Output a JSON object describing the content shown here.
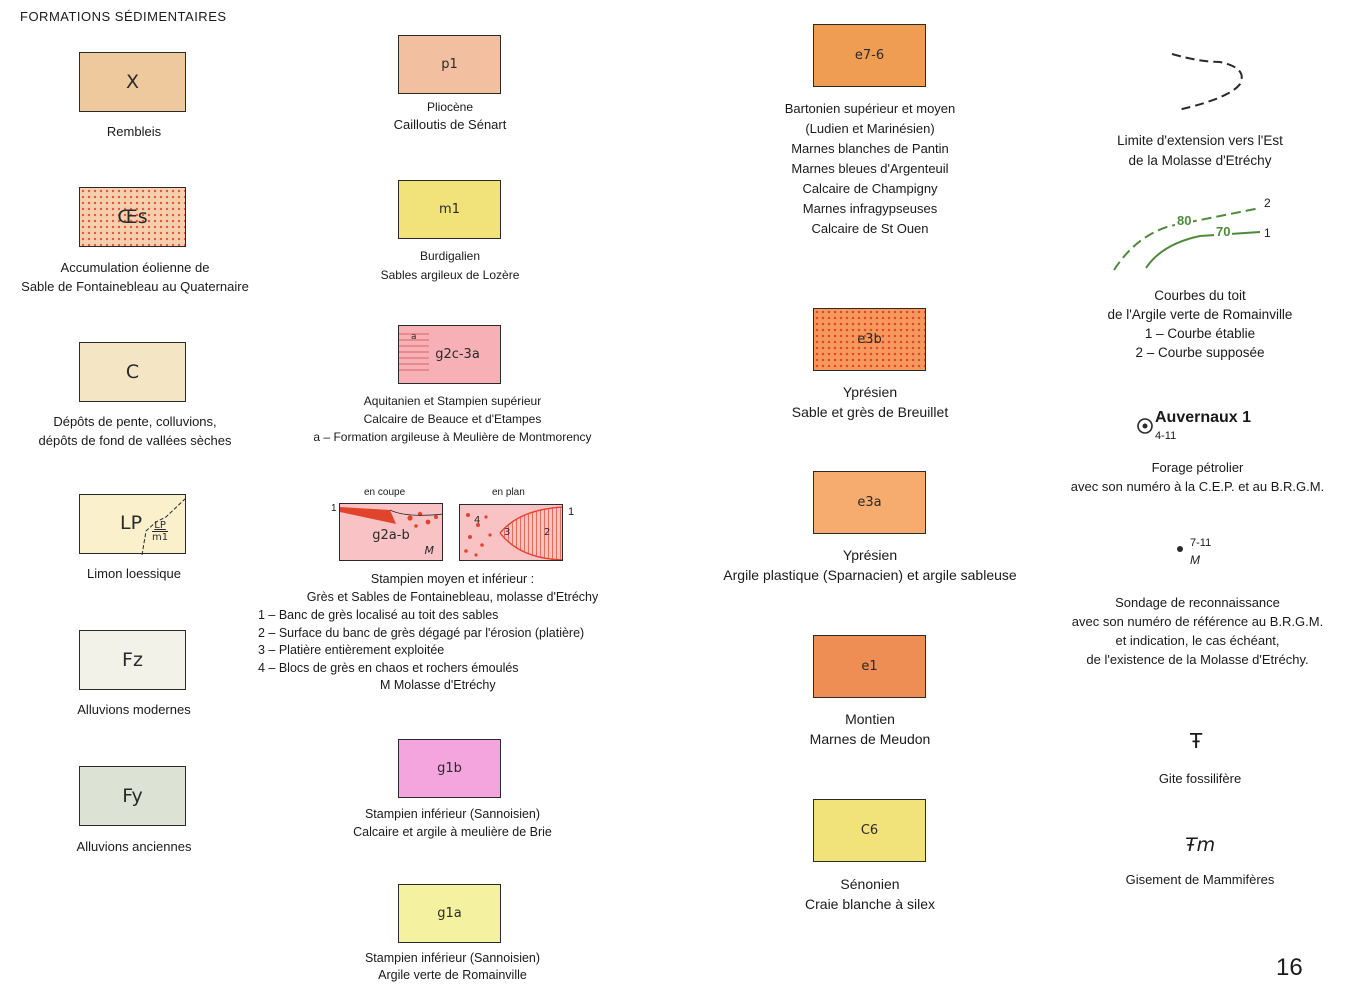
{
  "heading": "FORMATIONS SÉDIMENTAIRES",
  "page_number": "16",
  "colors": {
    "X": "#efc99e",
    "Oes": "#f6cfae",
    "C": "#f4e6c4",
    "LP": "#fbf0cc",
    "Fz": "#f3f2e8",
    "Fy": "#dde3d4",
    "p1": "#f2c0a0",
    "m1": "#f2e27a",
    "g2c3a": "#f7b1b6",
    "g2ab": "#f9c3c6",
    "g1b": "#f4a5de",
    "g1a": "#f4f2a0",
    "e76": "#ef9d52",
    "e3b": "#f59a5c",
    "e3a": "#f6ab6f",
    "e1": "#ee8e55",
    "c6": "#f2e27a",
    "red": "#e0452c",
    "green": "#4f8a3c"
  },
  "col1": [
    {
      "code": "X",
      "lines": [
        "Rembleis"
      ]
    },
    {
      "code": "Œs",
      "lines": [
        "Accumulation éolienne de",
        "Sable de Fontainebleau au Quaternaire"
      ]
    },
    {
      "code": "C",
      "lines": [
        "Dépôts de pente, colluvions,",
        "dépôts de fond de vallées sèches"
      ]
    },
    {
      "code": "LP",
      "sub_code_top": "LP",
      "sub_code_bottom": "m1",
      "lines": [
        "Limon loessique"
      ]
    },
    {
      "code": "Fz",
      "lines": [
        "Alluvions modernes"
      ]
    },
    {
      "code": "Fy",
      "lines": [
        "Alluvions anciennes"
      ]
    }
  ],
  "col2": {
    "p1": {
      "code": "p1",
      "lines": [
        "Pliocène",
        "Cailloutis de Sénart"
      ]
    },
    "m1": {
      "code": "m1",
      "lines": [
        "Burdigalien",
        "Sables argileux de Lozère"
      ]
    },
    "g2c3a": {
      "code": "g2c-3a",
      "tag": "a",
      "lines": [
        "Aquitanien et Stampien supérieur",
        "Calcaire de Beauce et d'Etampes",
        "a – Formation argileuse à Meulière de Montmorency"
      ]
    },
    "g2ab": {
      "label_coupe": "en coupe",
      "label_plan": "en plan",
      "code": "g2a-b",
      "m": "M",
      "nums": [
        "1",
        "2",
        "3",
        "4"
      ],
      "lines": [
        "Stampien moyen et inférieur :",
        "Grès et Sables de Fontainebleau, molasse d'Etréchy"
      ],
      "items": [
        "1 – Banc de grès localisé au toit des sables",
        "2 – Surface du banc de grès dégagé par l'érosion (platière)",
        "3 – Platière entièrement exploitée",
        "4 – Blocs de grès en chaos et rochers émoulés",
        "M   Molasse d'Etréchy"
      ]
    },
    "g1b": {
      "code": "g1b",
      "lines": [
        "Stampien inférieur (Sannoisien)",
        "Calcaire et argile à meulière de Brie"
      ]
    },
    "g1a": {
      "code": "g1a",
      "lines": [
        "Stampien inférieur (Sannoisien)",
        "Argile verte de Romainville"
      ]
    }
  },
  "col3": {
    "e76": {
      "code": "e7-6",
      "lines": [
        "Bartonien supérieur et moyen",
        "(Ludien et Marinésien)",
        "Marnes blanches de Pantin",
        "Marnes bleues d'Argenteuil",
        "Calcaire de Champigny",
        "Marnes infragypseuses",
        "Calcaire de St Ouen"
      ]
    },
    "e3b": {
      "code": "e3b",
      "lines": [
        "Yprésien",
        "Sable et grès de Breuillet"
      ]
    },
    "e3a": {
      "code": "e3a",
      "lines": [
        "Yprésien",
        "Argile plastique (Sparnacien) et argile sableuse"
      ]
    },
    "e1": {
      "code": "e1",
      "lines": [
        "Montien",
        "Marnes de Meudon"
      ]
    },
    "c6": {
      "code": "C6",
      "lines": [
        "Sénonien",
        "Craie blanche à silex"
      ]
    }
  },
  "col4": {
    "limit": {
      "lines": [
        "Limite d'extension vers l'Est",
        "de la Molasse d'Etréchy"
      ]
    },
    "contours": {
      "label_80": "80",
      "label_70": "70",
      "label_2": "2",
      "label_1": "1",
      "lines": [
        "Courbes du toit",
        "de l'Argile verte de Romainville",
        "1 – Courbe établie",
        "2 – Courbe supposée"
      ]
    },
    "well": {
      "name": "Auvernaux 1",
      "number": "4-11",
      "lines": [
        "Forage pétrolier",
        "avec son numéro à la C.E.P. et au B.R.G.M."
      ]
    },
    "sondage": {
      "number": "7-11",
      "m": "M",
      "lines": [
        "Sondage de reconnaissance",
        "avec son numéro de référence au B.R.G.M.",
        "et indication, le cas échéant,",
        "de l'existence de la Molasse d'Etréchy."
      ]
    },
    "fossil": {
      "symbol": "Ŧ",
      "lines": [
        "Gite fossilifère"
      ]
    },
    "mammal": {
      "symbol": "Ŧm",
      "lines": [
        "Gisement de Mammifères"
      ]
    }
  }
}
